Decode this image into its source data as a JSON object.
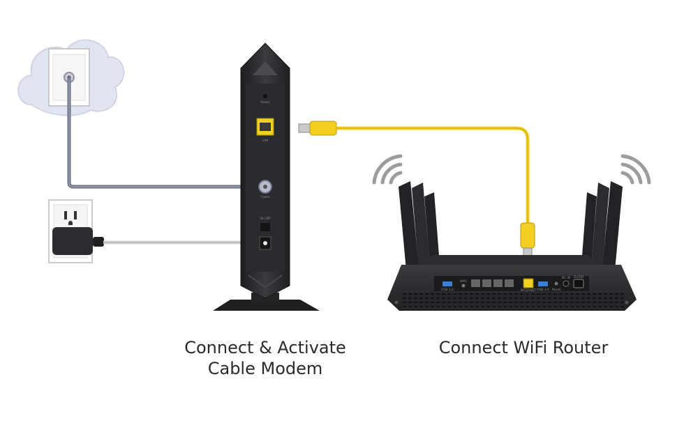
{
  "captions": {
    "modem_line1": "Connect & Activate",
    "modem_line2": "Cable Modem",
    "router": "Connect WiFi Router"
  },
  "modem_labels": {
    "power": "Power",
    "lan": "LAN",
    "cable": "Cable",
    "on_off": "On  Off"
  },
  "router_labels": {
    "usb": "USB 3.0",
    "wps": "WPS",
    "internet": "INTERNET",
    "usb2": "USB 3.0",
    "reset": "Reset",
    "dc": "DC IN",
    "power": "On/Off"
  },
  "colors": {
    "cloud": "#dfe3f0",
    "device": "#2f3033",
    "device_dark": "#1e1f21",
    "ethernet": "#f2cf22",
    "coax": "#6a7183",
    "power_cord": "#d4d4d4"
  },
  "icons": {
    "wifi_left": "wifi-signal-icon",
    "wifi_right": "wifi-signal-icon"
  }
}
